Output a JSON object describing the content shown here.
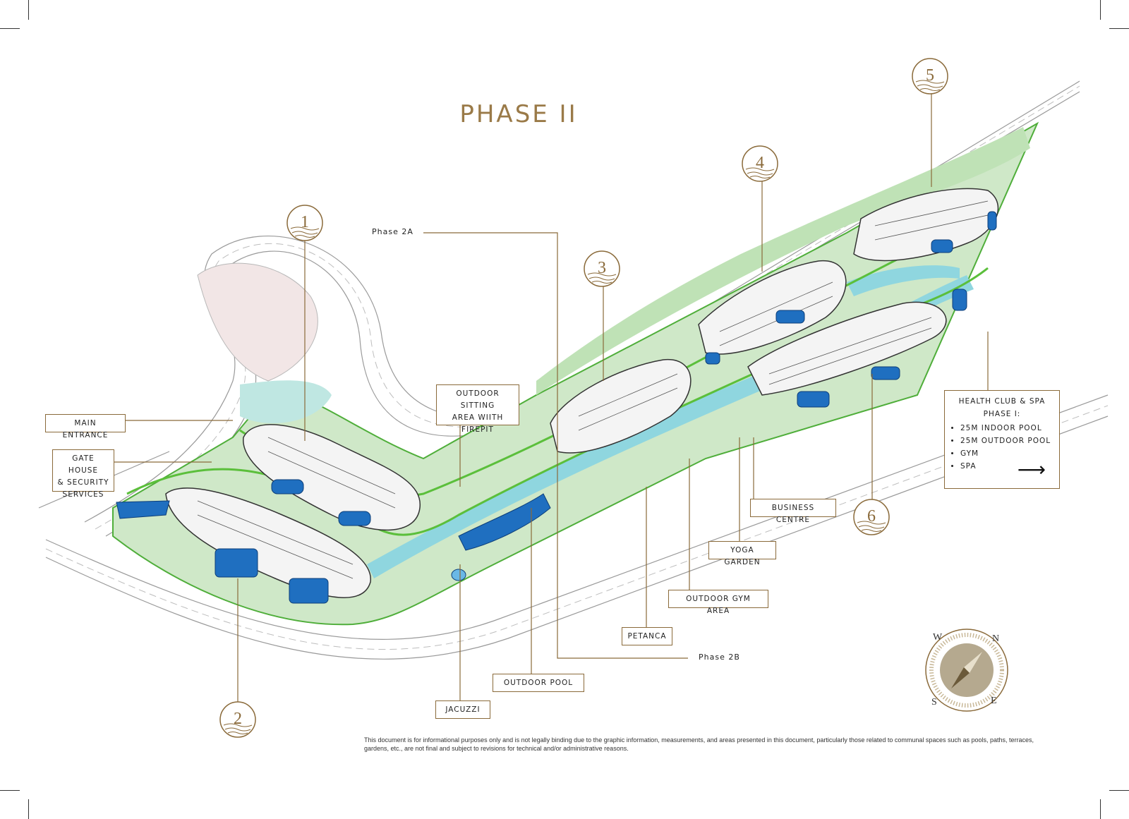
{
  "title": "PHASE II",
  "phase_labels": {
    "phase_2a": "Phase 2A",
    "phase_2b": "Phase 2B"
  },
  "buildings": [
    "1",
    "2",
    "3",
    "4",
    "5",
    "6"
  ],
  "labels": {
    "main_entrance": "MAIN ENTRANCE",
    "gate_house_1": "GATE HOUSE",
    "gate_house_2": "& SECURITY",
    "gate_house_3": "SERVICES",
    "sitting_1": "OUTDOOR SITTING",
    "sitting_2": "AREA WIITH",
    "sitting_3": "FIREPIT",
    "business_centre": "BUSINESS CENTRE",
    "yoga_garden": "YOGA GARDEN",
    "outdoor_gym": "OUTDOOR GYM AREA",
    "petanca": "PETANCA",
    "outdoor_pool": "OUTDOOR POOL",
    "jacuzzi": "JACUZZI"
  },
  "health_club": {
    "title": "HEALTH CLUB & SPA",
    "subtitle": "PHASE I:",
    "items": [
      "25m INDOOR POOL",
      "25m OUTDOOR POOL",
      "GYM",
      "SPA"
    ]
  },
  "compass": {
    "n": "N",
    "s": "S",
    "e": "E",
    "w": "W"
  },
  "disclaimer": "This document is for informational purposes only and is not legally binding due to the graphic information, measurements, and areas presented in this document, particularly those related to communal spaces such as pools, paths, terraces, gardens, etc., are not final and subject to revisions for technical and/or administrative reasons.",
  "colors": {
    "gold": "#9a7a48",
    "lawn": "#cfe8c8",
    "path": "#6cc04a",
    "water": "#7fd0da",
    "pool": "#1f6fc0"
  }
}
